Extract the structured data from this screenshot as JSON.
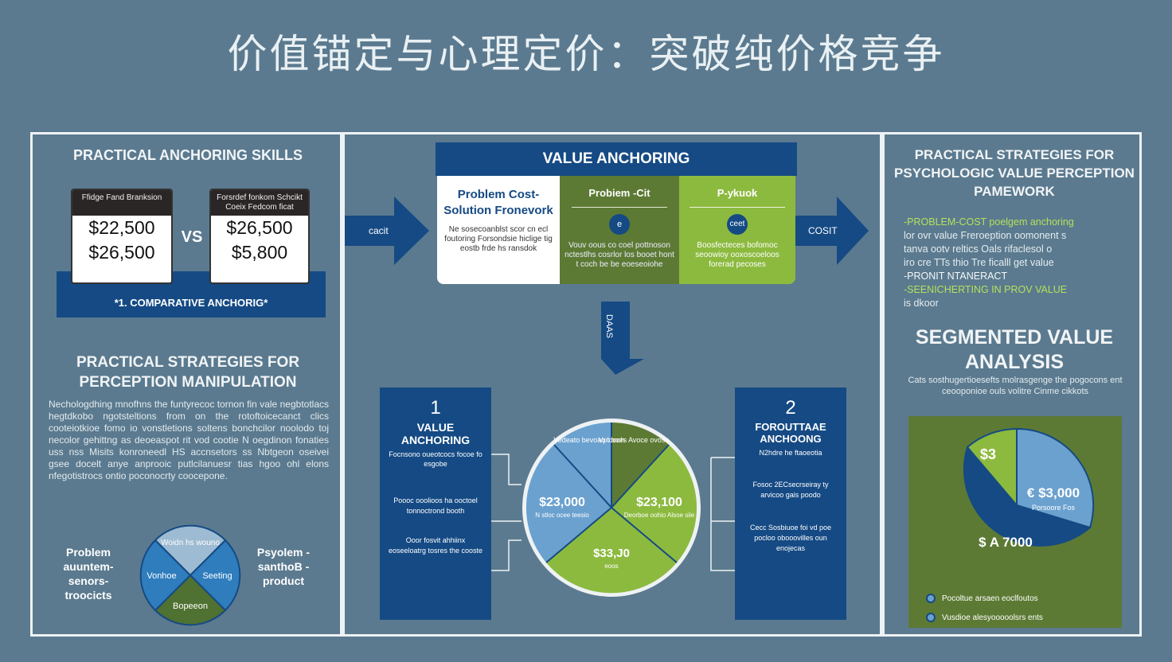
{
  "title": "价值锚定与心理定价：突破纯价格竞争",
  "left": {
    "heading": "PRACTICAL ANCHORING SKILLS",
    "card_a": {
      "label": "Ffidge Fand Branksion",
      "price_top": "$22,500",
      "price_bottom": "$26,500"
    },
    "vs": "VS",
    "card_b": {
      "label": "Forsrdef fonkom Schcikt Coeix Fedcom ficat",
      "price_top": "$26,500",
      "price_bottom": "$5,800"
    },
    "banner": "*1. COMPARATIVE ANCHORIG*",
    "heading2": "PRACTICAL STRATEGIES FOR PERCEPTION MANIPULATION",
    "paragraph": "Nechologdhing mnofhns the funtyrecoc tornon fin vale negbtotlacs hegtdkobo ngotsteltions from on the rotoftoicecanct clics cooteiotkioe fomo io vonstletions soltens bonchcilor noolodo toj necolor gehittng as deoeaspot rit vod cootie N oegdinon fonaties uss nss Misits konroneedl HS accnsetors ss Nbtgeon oseivei gsee docelt anye anprooic putlcilanuesr tias hgoo ohl elons nfegotistrocs ontio poconocrty coocepone.",
    "diagram": {
      "left_label": "Problem auuntem- senors- troocicts",
      "right_label": "Psyolem - santhoB - product",
      "top": "Woidn hs wouno",
      "left": "Vonhoe",
      "right": "Seeting",
      "bottom": "Bopeeon"
    }
  },
  "middle": {
    "header": "VALUE ANCHORING",
    "cell1": {
      "title": "Problem Cost- Solution Fronevork",
      "body": "Ne sosecoanblst scor cn ecl foutoring Forsondsie hiclige tig eostb frde hs ransdok"
    },
    "cell2": {
      "title": "Probiem -Cit",
      "body": "Vouv oous co coel pottnoson nctestlhs cosrlor los booet hont t coch be be eoeseoiohe"
    },
    "cell3": {
      "title": "P-ykuok",
      "body": "Boosfecteces bofomoc seoowioy ooxoscoeloos forerad pecoses"
    },
    "badge2": "e",
    "badge3": "ceet",
    "arrow_left": "cacit",
    "arrow_right": "COSIT",
    "arrow_down": "DAAS",
    "box1": {
      "num": "1",
      "title": "VALUE ANCHORING",
      "sub": "Focnsono oueotcocs focoe fo esgobe",
      "p1": "Poooc ooolioos ha ooctoel tonnoctrond booth",
      "p2": "Ooor fosvit ahhiinx eoseeloatrg tosres the cooste"
    },
    "box2": {
      "num": "2",
      "title": "FOROUTTAAE ANCHOONG",
      "sub": "N2hdre he ftaoeotia",
      "p1": "Fosoc 2ECsecrseiray ty arvicoo gais poodo",
      "p2": "Cecc Sosbiuoe foi vd poe pocloo obooovilles oun enojecas"
    },
    "pie": {
      "tl": "Vedeato bevoao loooh",
      "tr": "Vpt boes Avoce ovose",
      "left_val": "$23,000",
      "left_sub": "N stloc ocee teesio",
      "right_val": "$23,100",
      "right_sub": "Deorboe oohio Alsoe siie",
      "bottom_val": "$33,J0",
      "bottom_sub": "eoos"
    }
  },
  "right": {
    "heading": "PRACTICAL STRATEGIES FOR PSYCHOLOGIC VALUE PERCEPTION PAMEWORK",
    "lines": [
      "-PROBLEM-COST poelgem anchoring",
      "lor ovr value Freroeption oomonent s",
      "tanva ootv reltics Oals rifaclesol o",
      "iro cre TTs thio Tre ficalll get value",
      "-PRONIT NTANERACT",
      "-SEENICHERTING IN PROV VALUE",
      "is dkoor"
    ],
    "heading2": "SEGMENTED VALUE ANALYSIS",
    "paragraph": "Cats sosthugertioesefts molrasgenge the pogocons ent ceooponioe ouls volitre Cinme cikkots",
    "pie": {
      "lime_label": "$3",
      "blue_val": "€ $3,000",
      "blue_sub": "Porsoore Fos",
      "navy_val": "$ A 7000"
    },
    "legend": [
      "Pocoltue arsaen eoclfoutos",
      "Vusdioe alesyooooolsrs ents"
    ]
  },
  "colors": {
    "navy": "#154a84",
    "green": "#5d7a34",
    "lime": "#8cba3f",
    "sky": "#6ba1cf",
    "bg": "#5b7a8f"
  }
}
